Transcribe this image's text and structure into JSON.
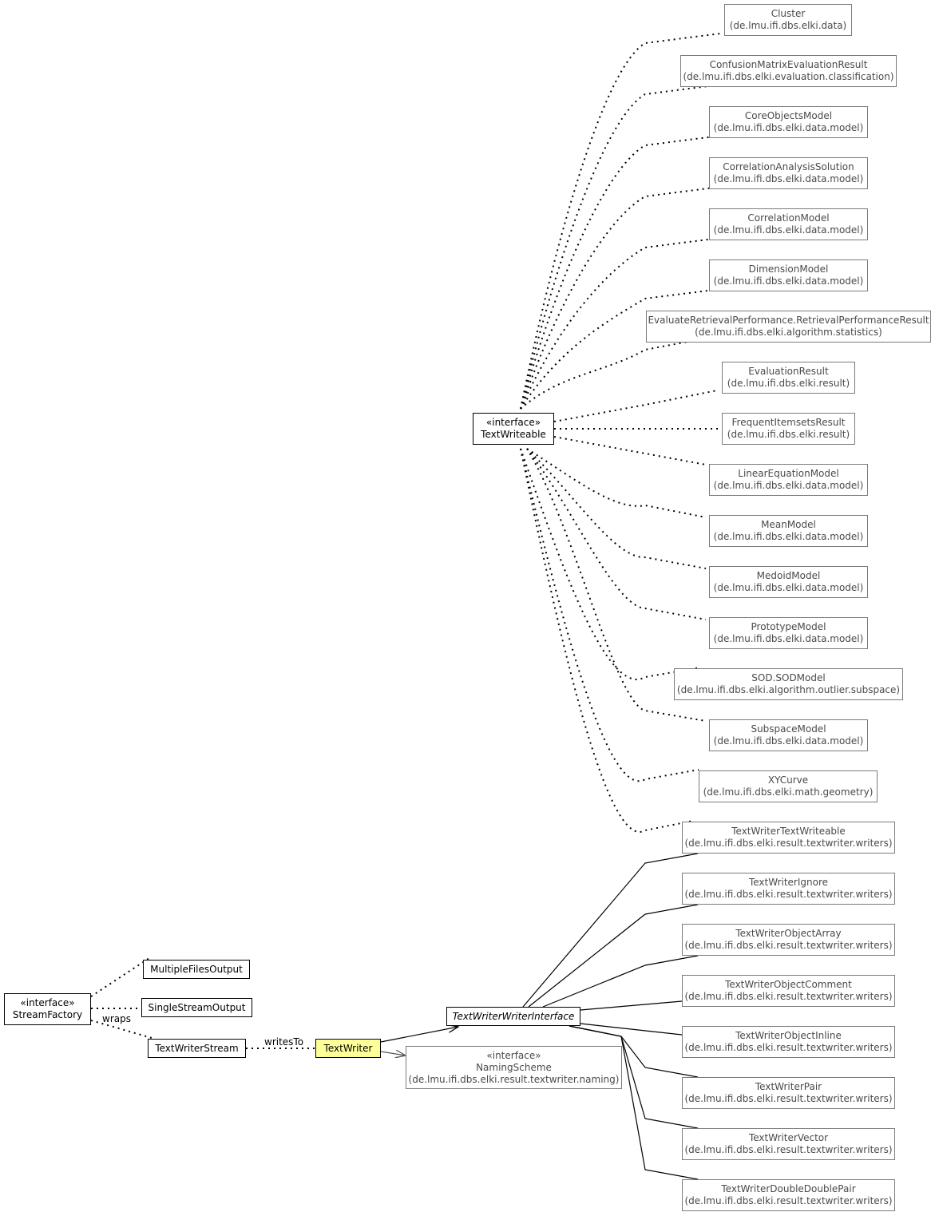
{
  "nodes": {
    "cluster": {
      "lines": [
        "Cluster",
        "(de.lmu.ifi.dbs.elki.data)"
      ]
    },
    "confusion": {
      "lines": [
        "ConfusionMatrixEvaluationResult",
        "(de.lmu.ifi.dbs.elki.evaluation.classification)"
      ]
    },
    "coreobjects": {
      "lines": [
        "CoreObjectsModel",
        "(de.lmu.ifi.dbs.elki.data.model)"
      ]
    },
    "corrsolution": {
      "lines": [
        "CorrelationAnalysisSolution",
        "(de.lmu.ifi.dbs.elki.data.model)"
      ]
    },
    "corrmodel": {
      "lines": [
        "CorrelationModel",
        "(de.lmu.ifi.dbs.elki.data.model)"
      ]
    },
    "dimmodel": {
      "lines": [
        "DimensionModel",
        "(de.lmu.ifi.dbs.elki.data.model)"
      ]
    },
    "evalretrieval": {
      "lines": [
        "EvaluateRetrievalPerformance.RetrievalPerformanceResult",
        "(de.lmu.ifi.dbs.elki.algorithm.statistics)"
      ]
    },
    "evalresult": {
      "lines": [
        "EvaluationResult",
        "(de.lmu.ifi.dbs.elki.result)"
      ]
    },
    "freqitemsets": {
      "lines": [
        "FrequentItemsetsResult",
        "(de.lmu.ifi.dbs.elki.result)"
      ]
    },
    "lineq": {
      "lines": [
        "LinearEquationModel",
        "(de.lmu.ifi.dbs.elki.data.model)"
      ]
    },
    "meanmodel": {
      "lines": [
        "MeanModel",
        "(de.lmu.ifi.dbs.elki.data.model)"
      ]
    },
    "medoidmodel": {
      "lines": [
        "MedoidModel",
        "(de.lmu.ifi.dbs.elki.data.model)"
      ]
    },
    "prototype": {
      "lines": [
        "PrototypeModel",
        "(de.lmu.ifi.dbs.elki.data.model)"
      ]
    },
    "sodmodel": {
      "lines": [
        "SOD.SODModel",
        "(de.lmu.ifi.dbs.elki.algorithm.outlier.subspace)"
      ]
    },
    "subspace": {
      "lines": [
        "SubspaceModel",
        "(de.lmu.ifi.dbs.elki.data.model)"
      ]
    },
    "xycurve": {
      "lines": [
        "XYCurve",
        "(de.lmu.ifi.dbs.elki.math.geometry)"
      ]
    },
    "twtextwriteable": {
      "lines": [
        "TextWriterTextWriteable",
        "(de.lmu.ifi.dbs.elki.result.textwriter.writers)"
      ]
    },
    "twignore": {
      "lines": [
        "TextWriterIgnore",
        "(de.lmu.ifi.dbs.elki.result.textwriter.writers)"
      ]
    },
    "twobjectarray": {
      "lines": [
        "TextWriterObjectArray",
        "(de.lmu.ifi.dbs.elki.result.textwriter.writers)"
      ]
    },
    "twobjectcomment": {
      "lines": [
        "TextWriterObjectComment",
        "(de.lmu.ifi.dbs.elki.result.textwriter.writers)"
      ]
    },
    "twobjectinline": {
      "lines": [
        "TextWriterObjectInline",
        "(de.lmu.ifi.dbs.elki.result.textwriter.writers)"
      ]
    },
    "twpair": {
      "lines": [
        "TextWriterPair",
        "(de.lmu.ifi.dbs.elki.result.textwriter.writers)"
      ]
    },
    "twvector": {
      "lines": [
        "TextWriterVector",
        "(de.lmu.ifi.dbs.elki.result.textwriter.writers)"
      ]
    },
    "twdoubledoublepair": {
      "lines": [
        "TextWriterDoubleDoublePair",
        "(de.lmu.ifi.dbs.elki.result.textwriter.writers)"
      ]
    },
    "textwriteable": {
      "lines": [
        "«interface»",
        "TextWriteable"
      ]
    },
    "twwriterinterface": {
      "lines": [
        "TextWriterWriterInterface"
      ]
    },
    "namingscheme": {
      "lines": [
        "«interface»",
        "NamingScheme",
        "(de.lmu.ifi.dbs.elki.result.textwriter.naming)"
      ]
    },
    "textwriter": {
      "lines": [
        "TextWriter"
      ]
    },
    "textwriterstream": {
      "lines": [
        "TextWriterStream"
      ]
    },
    "multiplefiles": {
      "lines": [
        "MultipleFilesOutput"
      ]
    },
    "singlestream": {
      "lines": [
        "SingleStreamOutput"
      ]
    },
    "streamfactory": {
      "lines": [
        "«interface»",
        "StreamFactory"
      ]
    }
  },
  "edge_labels": {
    "writes_to": "writesTo",
    "wraps": "wraps"
  },
  "colors": {
    "focus_fill": "#ffff99",
    "external_border": "#7a7a7a",
    "external_text": "#4a4a4a"
  }
}
